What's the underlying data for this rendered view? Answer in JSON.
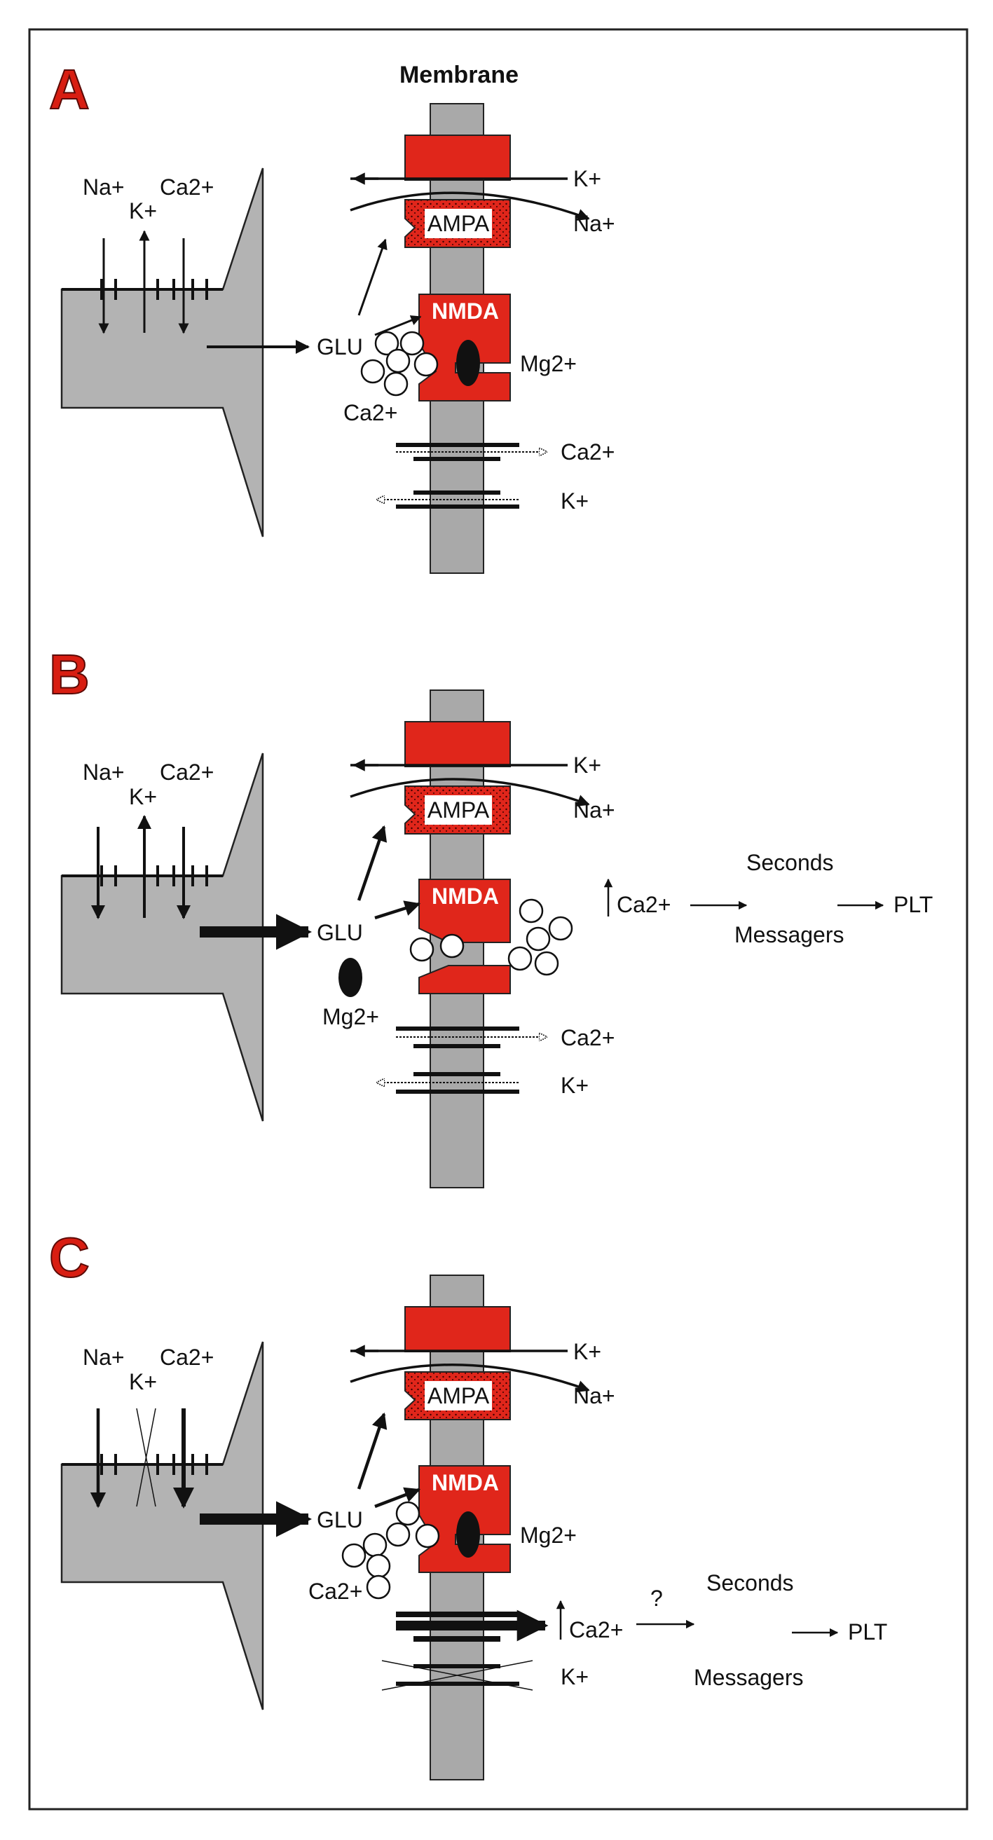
{
  "header": {
    "membrane_label": "Membrane"
  },
  "colors": {
    "receptor": "#e0261b",
    "membrane": "#a9a9a9",
    "neuron": "#b3b3b3",
    "panel_letter": "#d81e12"
  },
  "panels": [
    {
      "id": "A",
      "letter": "A",
      "neuron_ions": {
        "na": "Na+",
        "k": "K+",
        "ca": "Ca2+"
      },
      "ampa": {
        "name": "AMPA",
        "k_out": "K+",
        "na_in": "Na+"
      },
      "nmda": {
        "name": "NMDA",
        "glu": "GLU",
        "mg": "Mg2+",
        "ca": "Ca2+"
      },
      "channels": {
        "ca": "Ca2+",
        "k": "K+"
      }
    },
    {
      "id": "B",
      "letter": "B",
      "neuron_ions": {
        "na": "Na+",
        "k": "K+",
        "ca": "Ca2+"
      },
      "ampa": {
        "name": "AMPA",
        "k_out": "K+",
        "na_in": "Na+"
      },
      "nmda": {
        "name": "NMDA",
        "glu": "GLU",
        "mg": "Mg2+"
      },
      "cascade": {
        "ca": "Ca2+",
        "seconds": "Seconds",
        "messengers": "Messagers",
        "plt": "PLT"
      },
      "channels": {
        "ca": "Ca2+",
        "k": "K+"
      }
    },
    {
      "id": "C",
      "letter": "C",
      "neuron_ions": {
        "na": "Na+",
        "k": "K+",
        "ca": "Ca2+"
      },
      "ampa": {
        "name": "AMPA",
        "k_out": "K+",
        "na_in": "Na+"
      },
      "nmda": {
        "name": "NMDA",
        "glu": "GLU",
        "mg": "Mg2+",
        "ca": "Ca2+"
      },
      "cascade": {
        "ca": "Ca2+",
        "question": "?",
        "seconds": "Seconds",
        "messengers": "Messagers",
        "plt": "PLT"
      },
      "channels": {
        "k": "K+"
      }
    }
  ]
}
